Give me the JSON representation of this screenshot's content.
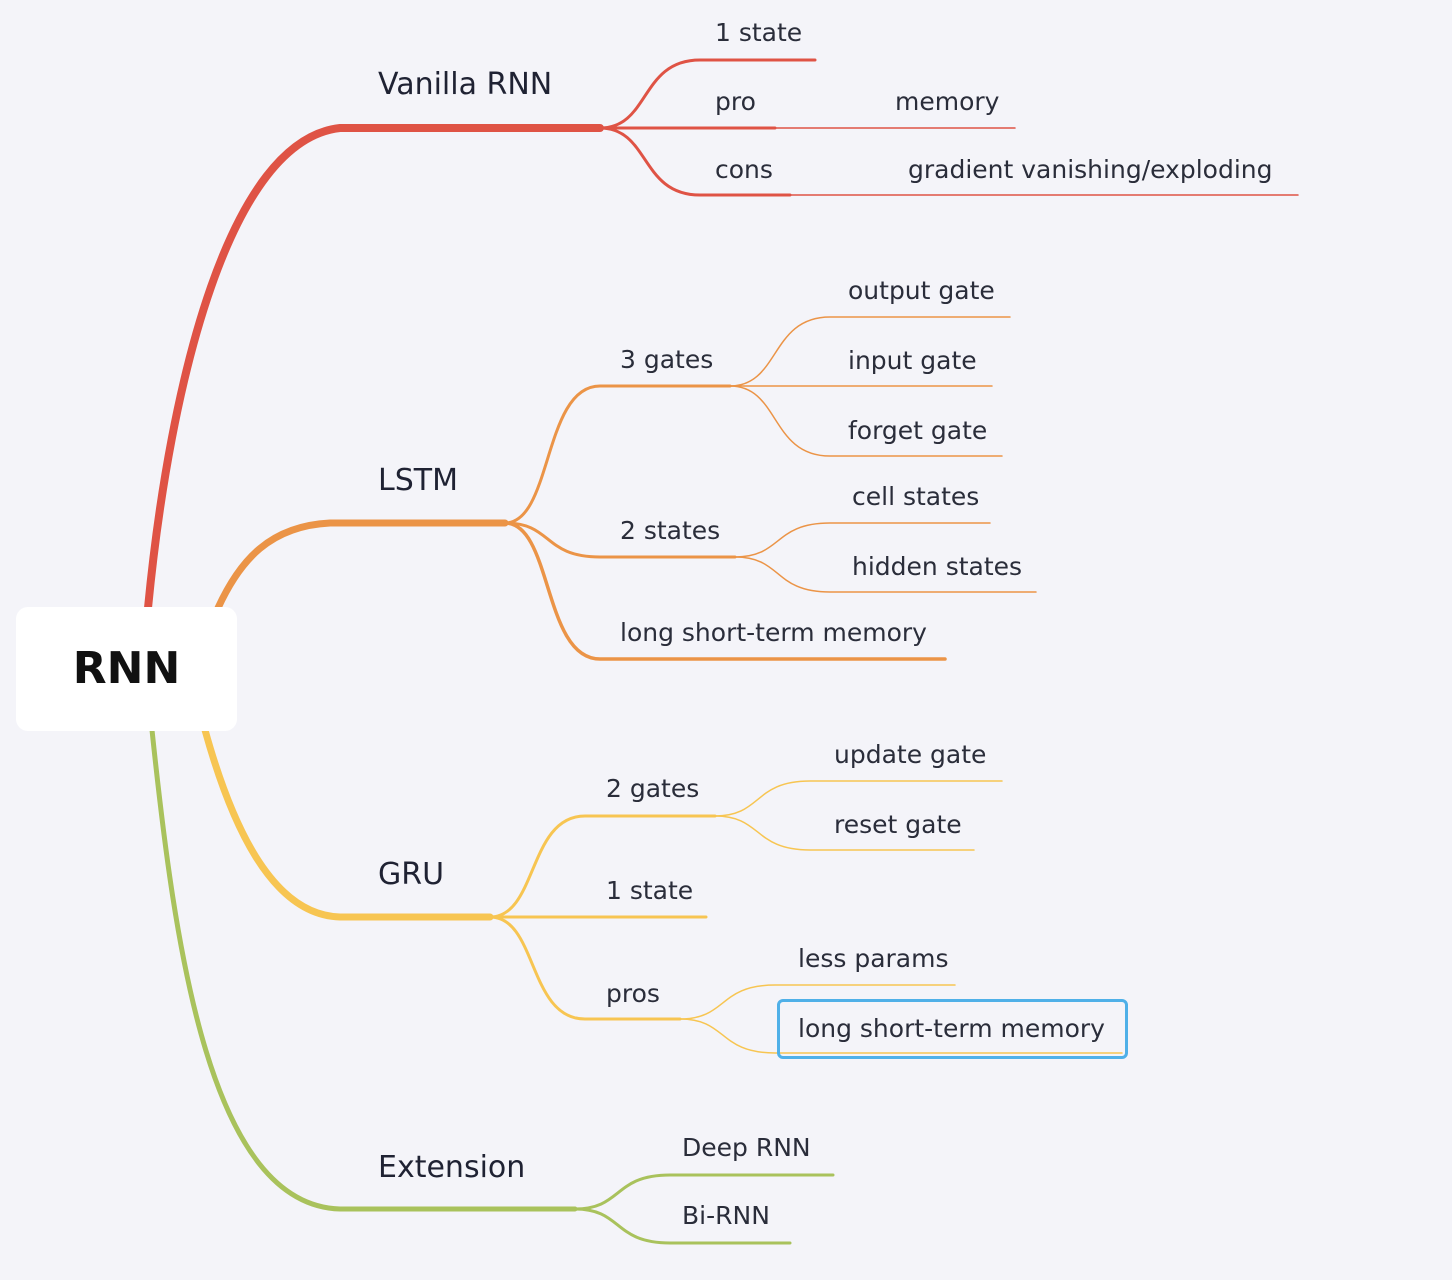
{
  "root": {
    "label": "RNN"
  },
  "colors": {
    "vanilla": "#df5345",
    "lstm": "#eb9447",
    "gru": "#f7c552",
    "extension": "#a9c25c",
    "selection": "#4fb0e8"
  },
  "branches": {
    "vanilla": {
      "label": "Vanilla RNN",
      "children": [
        {
          "label": "1 state"
        },
        {
          "label": "pro",
          "detail": "memory"
        },
        {
          "label": "cons",
          "detail": "gradient vanishing/exploding"
        }
      ]
    },
    "lstm": {
      "label": "LSTM",
      "children": [
        {
          "label": "3 gates",
          "items": [
            "output gate",
            "input gate",
            "forget gate"
          ]
        },
        {
          "label": "2 states",
          "items": [
            "cell states",
            "hidden states"
          ]
        },
        {
          "label": "long short-term memory"
        }
      ]
    },
    "gru": {
      "label": "GRU",
      "children": [
        {
          "label": "2 gates",
          "items": [
            "update gate",
            "reset gate"
          ]
        },
        {
          "label": "1 state"
        },
        {
          "label": "pros",
          "items": [
            "less params",
            "long short-term memory"
          ]
        }
      ]
    },
    "extension": {
      "label": "Extension",
      "children": [
        {
          "label": "Deep RNN"
        },
        {
          "label": "Bi-RNN"
        }
      ]
    }
  }
}
